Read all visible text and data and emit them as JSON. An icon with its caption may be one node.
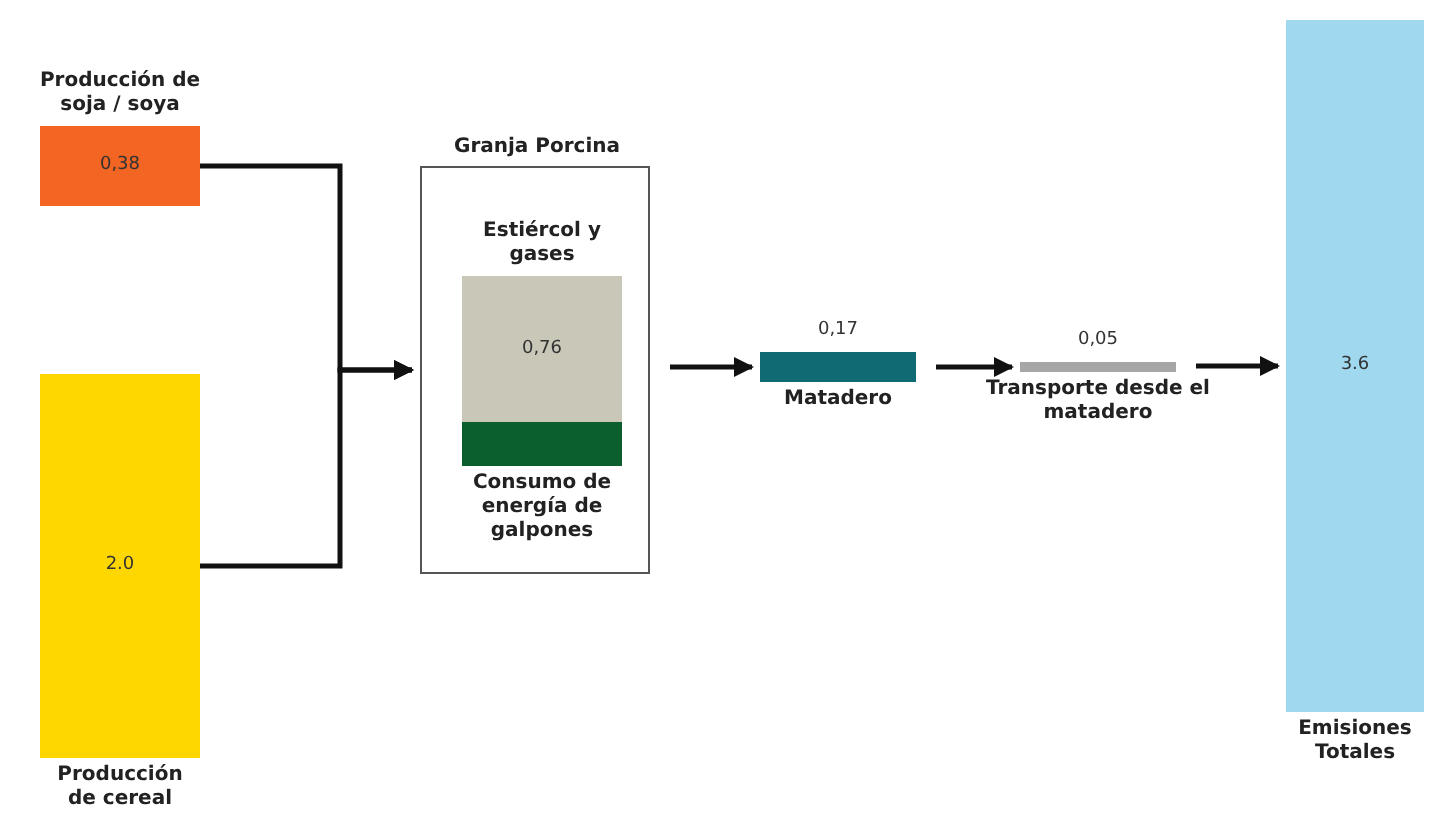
{
  "diagram": {
    "nodes": [
      {
        "text": [
          "Producción de soja / soya",
          "0,38"
        ]
      },
      {
        "text": [
          "2.0",
          "Producción de cereal"
        ]
      },
      {
        "text": [
          "Granja Porcina"
        ]
      },
      {
        "text": [
          "Estiércol y gases",
          "0,76"
        ],
        "in": 2
      },
      {
        "text": [
          "Consumo de energía de galpones"
        ],
        "in": 2
      },
      {
        "text": [
          "0,17",
          "Matadero"
        ]
      },
      {
        "text": [
          "0,05",
          "Transporte desde el matadero"
        ]
      },
      {
        "text": [
          "3.6",
          "Emisiones Totales"
        ]
      }
    ],
    "edges": [
      {
        "from": 0,
        "to": 2,
        "arrow": "to"
      },
      {
        "from": 1,
        "to": 2,
        "arrow": "to"
      },
      {
        "from": 2,
        "to": 5,
        "arrow": "to"
      },
      {
        "from": 5,
        "to": 6,
        "arrow": "to"
      },
      {
        "from": 6,
        "to": 7,
        "arrow": "to"
      }
    ]
  }
}
